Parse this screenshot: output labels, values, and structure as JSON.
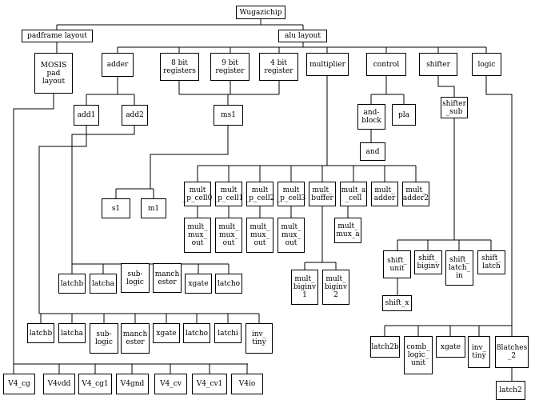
{
  "tree": {
    "root": "Wugazichip",
    "padframe_layout": "padframe layout",
    "mosis_pad_layout": "MOSIS\npad\nlayout",
    "alu_layout": "alu layout",
    "adder": "adder",
    "reg8": "8 bit\nregisters",
    "reg9": "9 bit\nregister",
    "reg4": "4 bit\nregister",
    "multiplier": "multiplier",
    "control": "control",
    "shifter": "shifter",
    "logic": "logic",
    "add1": "add1",
    "add2": "add2",
    "ms1": "ms1",
    "and_block": "and-\nblock",
    "pla": "pla",
    "and": "and",
    "shifter_sub": "shifter\n_sub",
    "s1": "s1",
    "m1": "m1",
    "mult_p_cell0": "mult\n_p_cell0",
    "mult_p_cell1": "mult\n_p_cell1",
    "mult_p_cell2": "mult\n_p_cell2",
    "mult_p_cell3": "mult\n_p_cell3",
    "mult_buffer": "mult_\nbuffer",
    "mult_a_cell": "mult_a\n_cell",
    "mult_adder": "mult_\nadder",
    "mult_adder2": "mult_\nadder2",
    "mult_mux_out": "mult_\nmux_\nout",
    "mult_mux_a": "mult_\nmux_a",
    "mult_biginv1": "mult_\nbiginv\n1",
    "mult_biginv2": "mult_\nbiginv\n2",
    "shift_unit": "shift_\nunit",
    "shift_biginv": "shift_\nbiginv",
    "shift_latch_in": "shift_\nlatch_\nin",
    "shift_latch": "shift_\nlatch",
    "shift_x": "shift_x",
    "latchb": "latchb",
    "latcha": "latcha",
    "sub_logic": "sub-\nlogic",
    "manchester": "manch\nester",
    "xgate": "xgate",
    "latcho": "latcho",
    "latchi": "latchi",
    "inv_tiny": "inv_\ntiny",
    "latch2b": "latch2b",
    "comb_logic_unit": "comb_\nlogic_\nunit",
    "latches2": "8latches\n_2",
    "latch2": "latch2",
    "v4_cg": "V4_cg",
    "v4vdd": "V4vdd",
    "v4_cg1": "V4_cg1",
    "v4gnd": "V4gnd",
    "v4_cv": "V4_cv",
    "v4_cv1": "V4_cv1",
    "v4io": "V4io"
  }
}
